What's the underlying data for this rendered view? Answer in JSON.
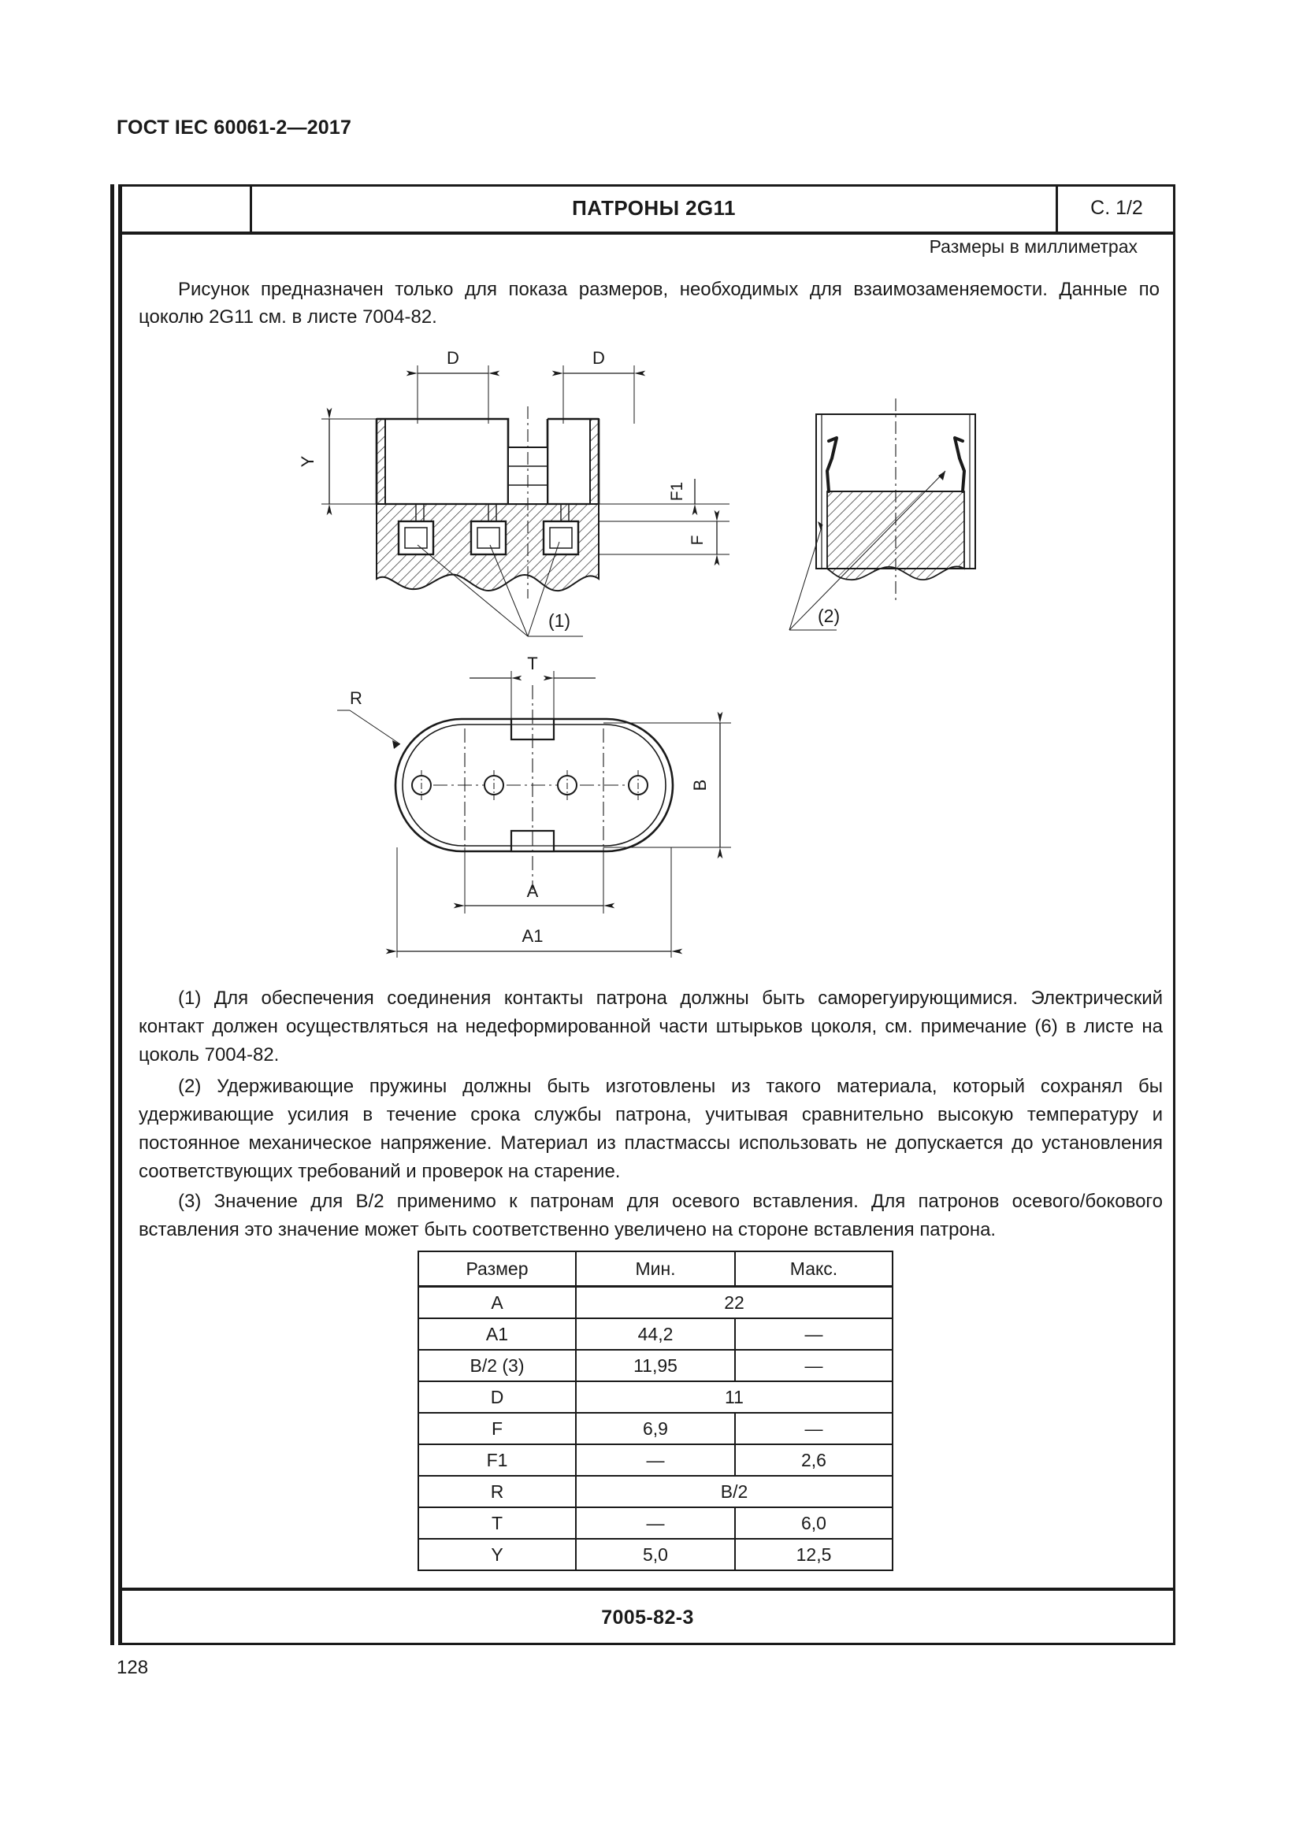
{
  "standard": {
    "running_head": "ГОСТ IEC 60061-2—2017",
    "page_number": "128"
  },
  "sheet": {
    "title": "ПАТРОНЫ 2G11",
    "page_indicator": "С. 1/2",
    "units_note": "Размеры в миллиметрах",
    "sheet_code": "7005-82-3"
  },
  "intro": {
    "line": "Рисунок предназначен только для показа размеров, необходимых для взаимозаменяемости. Данные по цоколю 2G11 см. в листе 7004-82."
  },
  "notes": [
    {
      "marker": "(1)",
      "text": "Для обеспечения соединения контакты патрона должны быть саморегуирующимися. Электрический контакт должен осуществляться на недеформированной части штырьков цоколя, см. примечание (6) в листе на цоколь 7004-82."
    },
    {
      "marker": "(2)",
      "text": "Удерживающие пружины должны быть изготовлены из такого материала, который сохранял бы удерживающие усилия в течение срока службы патрона, учитывая сравнительно высокую температуру и постоянное механическое напряжение. Материал из пластмассы использовать не допускается до установления соответствующих требований и проверок на старение."
    },
    {
      "marker": "(3)",
      "text": "Значение для B/2 применимо к патронам для осевого вставления. Для патронов осевого/бокового вставления это значение может быть соответственно увеличено на стороне вставления патрона."
    }
  ],
  "table": {
    "headers": [
      "Размер",
      "Мин.",
      "Макс."
    ],
    "rows": [
      {
        "name": "A",
        "merged": true,
        "value": "22",
        "min": "22",
        "max": ""
      },
      {
        "name": "A1",
        "merged": false,
        "value": "",
        "min": "44,2",
        "max": "—"
      },
      {
        "name": "B/2 (3)",
        "merged": false,
        "value": "",
        "min": "11,95",
        "max": "—"
      },
      {
        "name": "D",
        "merged": true,
        "value": "11",
        "min": "11",
        "max": ""
      },
      {
        "name": "F",
        "merged": false,
        "value": "",
        "min": "6,9",
        "max": "—"
      },
      {
        "name": "F1",
        "merged": false,
        "value": "",
        "min": "—",
        "max": "2,6"
      },
      {
        "name": "R",
        "merged": true,
        "value": "B/2",
        "min": "B/2",
        "max": ""
      },
      {
        "name": "T",
        "merged": false,
        "value": "",
        "min": "—",
        "max": "6,0"
      },
      {
        "name": "Y",
        "merged": false,
        "value": "",
        "min": "5,0",
        "max": "12,5"
      }
    ]
  },
  "drawings": {
    "section_view": {
      "labels": {
        "d_left": "D",
        "d_right": "D",
        "y": "Y",
        "f1": "F1",
        "f": "F",
        "callout": "(1)"
      }
    },
    "spring_detail": {
      "labels": {
        "callout": "(2)"
      }
    },
    "plan_view": {
      "labels": {
        "t": "T",
        "r": "R",
        "b": "B",
        "a": "A",
        "a1": "A1"
      },
      "contact_holes": 4
    }
  }
}
